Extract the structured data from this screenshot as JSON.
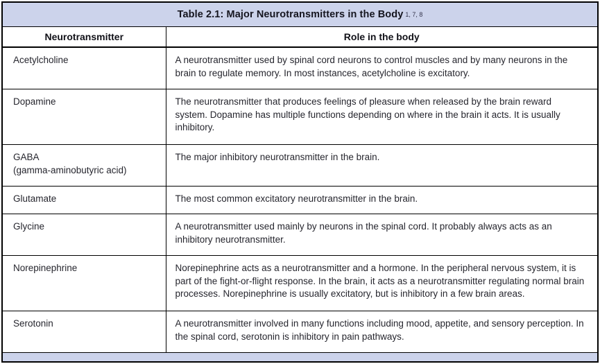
{
  "title": "Table 2.1: Major Neurotransmitters in the Body",
  "title_superscript": "1, 7, 8",
  "columns": [
    "Neurotransmitter",
    "Role in the body"
  ],
  "rows": [
    {
      "name": "Acetylcholine",
      "role": "A neurotransmitter used by spinal cord neurons to control muscles and by many neurons in the brain to regulate memory. In most instances, acetylcholine is excitatory."
    },
    {
      "name": "Dopamine",
      "role": "The neurotransmitter that produces feelings of pleasure when released by the brain reward system. Dopamine has multiple functions depending on where in the brain it acts. It is usually inhibitory."
    },
    {
      "name": "GABA\n(gamma-aminobutyric acid)",
      "role": "The major inhibitory neurotransmitter in the brain."
    },
    {
      "name": "Glutamate",
      "role": "The most common excitatory neurotransmitter in the brain."
    },
    {
      "name": "Glycine",
      "role": "A neurotransmitter used mainly by neurons in the spinal cord. It probably always acts as an inhibitory neurotransmitter."
    },
    {
      "name": "Norepinephrine",
      "role": "Norepinephrine acts as a neurotransmitter and a hormone. In the peripheral nervous system, it is part of the fight-or-flight response. In the brain, it acts as a neurotransmitter regulating normal brain processes. Norepinephrine is usually excitatory, but is inhibitory in a few brain areas."
    },
    {
      "name": "Serotonin",
      "role": "A neurotransmitter involved in many functions including mood, appetite, and sensory perception. In the spinal cord, serotonin is inhibitory in pain pathways."
    }
  ],
  "colors": {
    "band_bg": "#ccd3eb",
    "border": "#000000",
    "text": "#26262e"
  }
}
